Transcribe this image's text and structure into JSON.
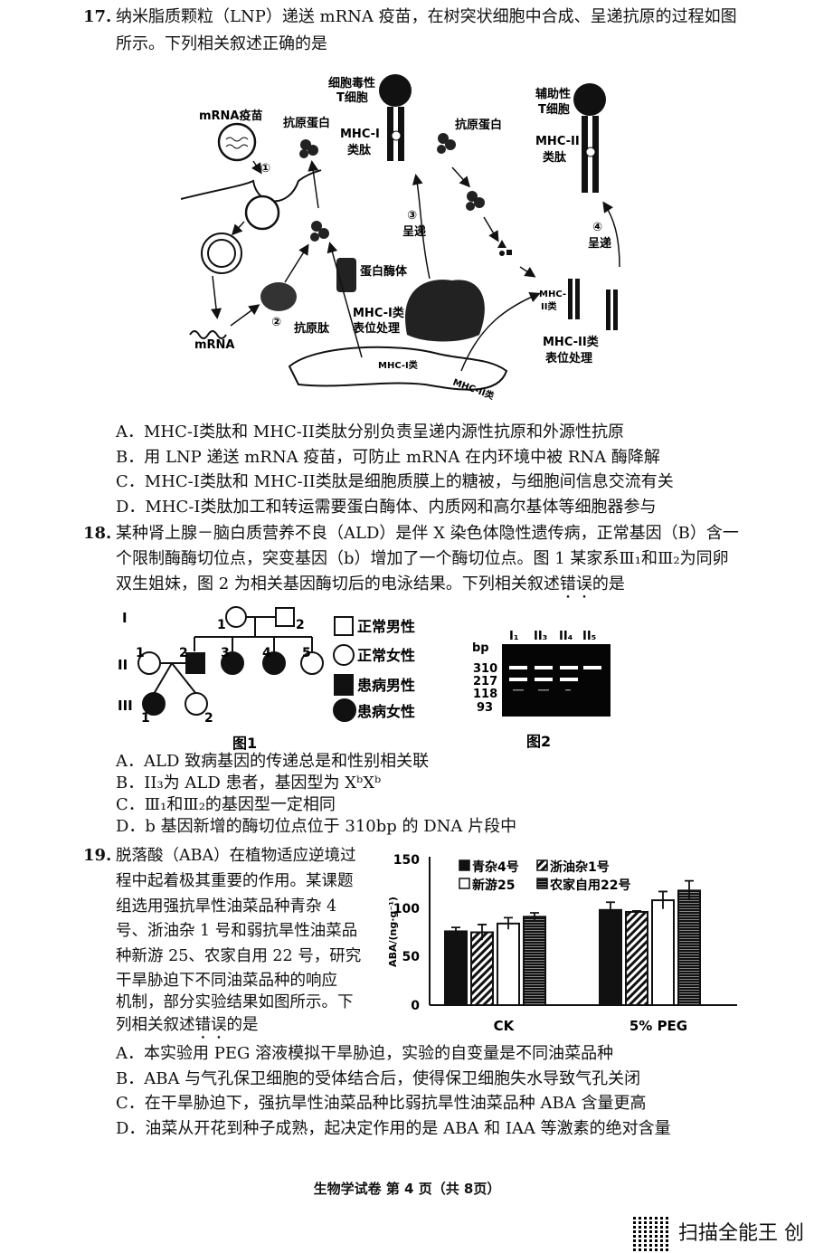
{
  "q17": {
    "number": "17.",
    "stem_line1": "纳米脂质颗粒（LNP）递送 mRNA 疫苗，在树突状细胞中合成、呈递抗原的过程如图",
    "stem_line2": "所示。下列相关叙述正确的是",
    "figure_labels": {
      "mrna_vaccine": "mRNA疫苗",
      "antigen_protein_left": "抗原蛋白",
      "ctl_line1": "细胞毒性",
      "ctl_line2": "T细胞",
      "mhc1_peptide_line1": "MHC-I",
      "mhc1_peptide_line2": "类肽",
      "antigen_protein_right": "抗原蛋白",
      "th_line1": "辅助性",
      "th_line2": "T细胞",
      "mhc2_peptide_line1": "MHC-II",
      "mhc2_peptide_line2": "类肽",
      "step1": "①",
      "step2": "②",
      "step3": "③",
      "step4": "④",
      "present3": "呈递",
      "present4": "呈递",
      "proteasome": "蛋白酶体",
      "mrna": "mRNA",
      "antigen_peptide": "抗原肽",
      "mhc1_processing_line1": "MHC-I类",
      "mhc1_processing_line2": "表位处理",
      "mhc1_class": "MHC-I类",
      "mhc2_class": "MHC-II类",
      "mhc2_small_line1": "MHC-",
      "mhc2_small_line2": "II类",
      "mhc2_processing_line1": "MHC-II类",
      "mhc2_processing_line2": "表位处理"
    },
    "options": [
      "A．MHC-I类肽和 MHC-II类肽分别负责呈递内源性抗原和外源性抗原",
      "B．用 LNP 递送 mRNA 疫苗，可防止 mRNA 在内环境中被 RNA 酶降解",
      "C．MHC-I类肽和 MHC-II类肽是细胞质膜上的糖被，与细胞间信息交流有关",
      "D．MHC-I类肽加工和转运需要蛋白酶体、内质网和高尔基体等细胞器参与"
    ]
  },
  "q18": {
    "number": "18.",
    "stem_line1": "某种肾上腺－脑白质营养不良（ALD）是伴 X 染色体隐性遗传病，正常基因（B）含一",
    "stem_line2": "个限制酶酶切位点，突变基因（b）增加了一个酶切位点。图 1 某家系Ⅲ₁和Ⅲ₂为同卵",
    "stem_line3a": "双生姐妹，图 2 为相关基因酶切后的电泳结果。下列相关叙述",
    "stem_emph": "错误",
    "stem_line3b": "的是",
    "pedigree": {
      "generations": [
        "I",
        "II",
        "III"
      ],
      "numbers": {
        "I1": "1",
        "I2": "2",
        "II1": "1",
        "II2": "2",
        "II3": "3",
        "II4": "4",
        "II5": "5",
        "III1": "1",
        "III2": "2"
      },
      "legend": [
        "正常男性",
        "正常女性",
        "患病男性",
        "患病女性"
      ],
      "caption": "图1"
    },
    "gel": {
      "lanes": [
        "I₁",
        "II₃",
        "II₄",
        "II₅"
      ],
      "unit": "bp",
      "sizes": [
        "310",
        "217",
        "118",
        "93"
      ],
      "caption": "图2"
    },
    "options": [
      "A．ALD 致病基因的传递总是和性别相关联",
      "B．II₃为 ALD 患者，基因型为 XᵇXᵇ",
      "C．Ⅲ₁和Ⅲ₂的基因型一定相同",
      "D．b 基因新增的酶切位点位于 310bp 的 DNA 片段中"
    ]
  },
  "q19": {
    "number": "19.",
    "stem_lines": [
      "脱落酸（ABA）在植物适应逆境过",
      "程中起着极其重要的作用。某课题",
      "组选用强抗旱性油菜品种青杂 4",
      "号、浙油杂 1 号和弱抗旱性油菜品",
      "种新游 25、农家自用 22 号，研究",
      "干旱胁迫下不同油菜品种的响应",
      "机制，部分实验结果如图所示。下"
    ],
    "stem_last_a": "列相关叙述",
    "stem_emph": "错误",
    "stem_last_b": "的是",
    "options": [
      "A．本实验用 PEG 溶液模拟干旱胁迫，实验的自变量是不同油菜品种",
      "B．ABA 与气孔保卫细胞的受体结合后，使得保卫细胞失水导致气孔关闭",
      "C．在干旱胁迫下，强抗旱性油菜品种比弱抗旱性油菜品种 ABA 含量更高",
      "D．油菜从开花到种子成熟，起决定作用的是 ABA 和 IAA 等激素的绝对含量"
    ]
  },
  "chart_data": {
    "type": "bar",
    "title": "",
    "xlabel": "",
    "ylabel": "ABA/(ng·g⁻¹)",
    "ylim": [
      0,
      150
    ],
    "yticks": [
      "0",
      "50",
      "100",
      "150"
    ],
    "categories": [
      "CK",
      "5% PEG"
    ],
    "series": [
      {
        "name": "青杂4号",
        "pattern": "solid",
        "values": [
          76,
          98
        ],
        "errors": [
          4,
          8
        ]
      },
      {
        "name": "浙油杂1号",
        "pattern": "diagonal",
        "values": [
          75,
          96
        ],
        "errors": [
          8,
          1
        ]
      },
      {
        "name": "新游25",
        "pattern": "white",
        "values": [
          84,
          108
        ],
        "errors": [
          6,
          9
        ]
      },
      {
        "name": "农家自用22号",
        "pattern": "horizontal",
        "values": [
          91,
          118
        ],
        "errors": [
          4,
          10
        ]
      }
    ],
    "legend_position": "top-left"
  },
  "footer": "生物学试卷 第 4 页（共 8页）",
  "watermark": "扫描全能王 创"
}
